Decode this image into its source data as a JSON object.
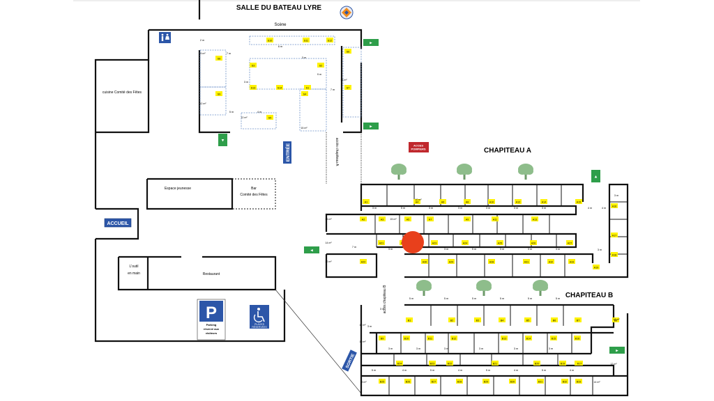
{
  "header": {
    "title": "SALLE DU BATEAU LYRE"
  },
  "rooms": {
    "stage": "Scène",
    "kitchen": "cuisine Comité des Fêtes",
    "youth_space": "Espace jeunesse",
    "bar": [
      "Bar",
      "Comité des Fêtes"
    ],
    "welcome": "ACCUEIL",
    "tool_room": [
      "L'outil",
      "en main"
    ],
    "restaurant": "Restaurant",
    "entrance": "ENTRÉE",
    "exit": "SORTIE"
  },
  "tents": {
    "a": "CHAPITEAU A",
    "b": "CHAPITEAU B"
  },
  "paths": {
    "to_tent_a": "accès chapiteau A",
    "to_tent_b": "accès chapiteau B"
  },
  "signs": {
    "fire_access": [
      "ACCES",
      "POMPIERS"
    ],
    "parking": {
      "letter": "P",
      "text": [
        "Parking",
        "réservé aux",
        "visiteurs"
      ]
    },
    "disabled": {
      "text": [
        "PLACES",
        "RÉSERVÉES"
      ]
    }
  },
  "colors": {
    "stall": "#fff200",
    "exit_sign": "#2e9e4a",
    "fire_sign": "#c0282d",
    "info_sign": "#2c56a8",
    "marker": "#e8401c",
    "tree": "#8ebd8b"
  },
  "hall_stalls": [
    "S8",
    "S9",
    "S10",
    "S11",
    "S12",
    "S13",
    "S14",
    "S1",
    "S2",
    "S3",
    "S4",
    "S5",
    "S6",
    "S7"
  ],
  "tent_a_rows": [
    [
      "A1",
      "A4",
      "A6",
      "A8",
      "A10",
      "A12",
      "A14",
      "A15"
    ],
    [
      "A2",
      "A3",
      "A5",
      "A7",
      "A9",
      "A11",
      "A13"
    ],
    [
      "A21",
      "A20",
      "A23",
      "A24",
      "A25",
      "A26",
      "A27"
    ],
    [
      "A22",
      "A30",
      "A29",
      "A28",
      "A31",
      "A32",
      "A33"
    ],
    [
      "A16",
      "A17",
      "A18",
      "A19"
    ]
  ],
  "tent_b_rows": [
    [
      "B1",
      "B2",
      "B3",
      "B4",
      "B5",
      "B6",
      "B7",
      "B8"
    ],
    [
      "B9",
      "B10",
      "B11",
      "B12",
      "B13",
      "B14",
      "B15",
      "B16"
    ],
    [
      "B24",
      "B23",
      "B22",
      "B21",
      "B20",
      "B19",
      "B18",
      "B17"
    ],
    [
      "B25",
      "B26",
      "B27",
      "B28",
      "B29",
      "B30",
      "B31",
      "B32",
      "B33"
    ]
  ],
  "dims": [
    "2 m",
    "3 m",
    "4 m",
    "5 m",
    "6 m",
    "7 m",
    "9 m",
    "10 m",
    "11 m",
    "12 m",
    "14 m",
    "15 m"
  ],
  "area_labels": [
    "6 m²",
    "9 m²",
    "10 m²",
    "12 m²",
    "14 m²",
    "15 m²",
    "18 m²"
  ]
}
